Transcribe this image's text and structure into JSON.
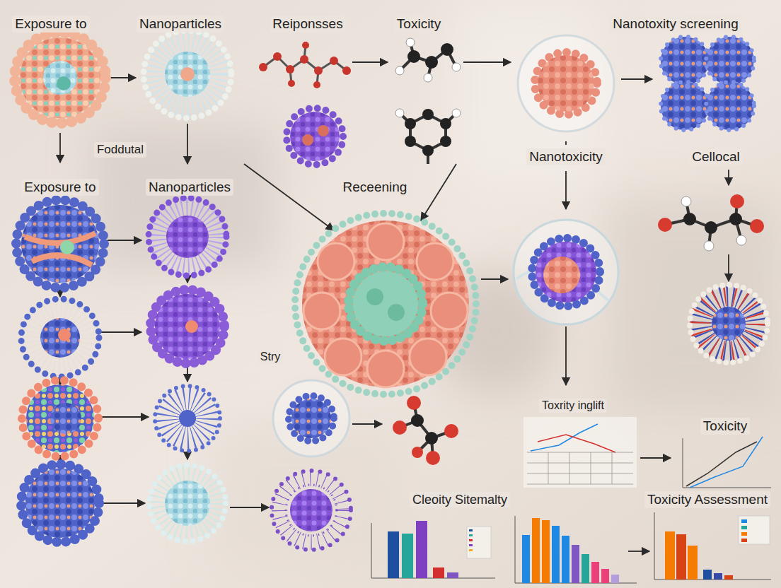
{
  "diagram": {
    "labels": [
      "Exposure to",
      "Nanoparticles",
      "Reiponsses",
      "Toxicity",
      "Nanotoxity screening",
      "Foddutal",
      "Exposure to",
      "Nanoparticles",
      "Receening",
      "Nanotoxicity",
      "Cellocal",
      "Stry",
      "Toxrity inglift",
      "Toxicity",
      "Cleoity Sitemalty",
      "Toxicity Assessment"
    ]
  }
}
